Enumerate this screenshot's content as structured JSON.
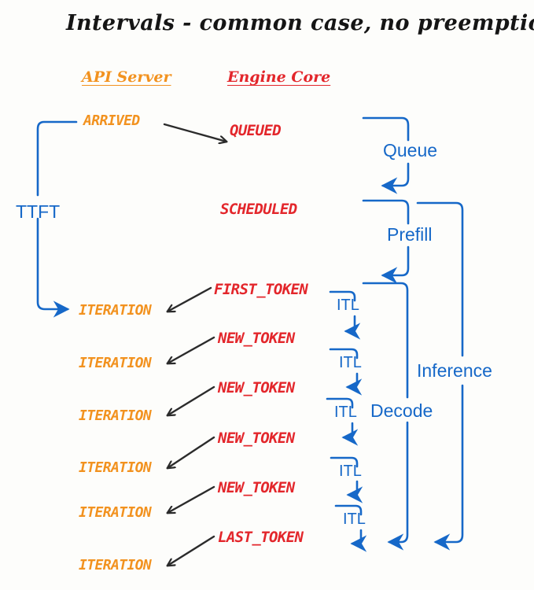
{
  "diagram": {
    "title": "Intervals - common case, no preemptions",
    "background_color": "#fdfdfb",
    "colors": {
      "api_server": "#F2921F",
      "engine_core": "#E3262B",
      "interval": "#1668C8",
      "arrow": "#2b2b2b"
    }
  },
  "columns": [
    {
      "label": "API Server",
      "color": "#F2921F"
    },
    {
      "label": "Engine Core",
      "color": "#E3262B"
    }
  ],
  "api_states": [
    {
      "label": "ARRIVED"
    },
    {
      "label": "ITERATION"
    },
    {
      "label": "ITERATION"
    },
    {
      "label": "ITERATION"
    },
    {
      "label": "ITERATION"
    },
    {
      "label": "ITERATION"
    },
    {
      "label": "ITERATION"
    }
  ],
  "engine_states": [
    {
      "label": "QUEUED"
    },
    {
      "label": "SCHEDULED"
    },
    {
      "label": "FIRST_TOKEN"
    },
    {
      "label": "NEW_TOKEN"
    },
    {
      "label": "NEW_TOKEN"
    },
    {
      "label": "NEW_TOKEN"
    },
    {
      "label": "NEW_TOKEN"
    },
    {
      "label": "LAST_TOKEN"
    }
  ],
  "intervals": [
    {
      "label": "TTFT",
      "side": "left"
    },
    {
      "label": "Queue",
      "side": "right"
    },
    {
      "label": "Prefill",
      "side": "right"
    },
    {
      "label": "ITL",
      "side": "right"
    },
    {
      "label": "ITL",
      "side": "right"
    },
    {
      "label": "ITL",
      "side": "right"
    },
    {
      "label": "ITL",
      "side": "right"
    },
    {
      "label": "ITL",
      "side": "right"
    },
    {
      "label": "Decode",
      "side": "right"
    },
    {
      "label": "Inference",
      "side": "right"
    }
  ]
}
